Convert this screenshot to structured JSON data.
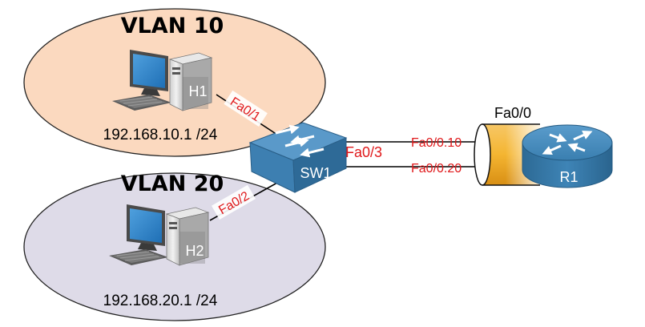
{
  "colors": {
    "vlan10_fill": "#fbd9bf",
    "vlan20_fill": "#dedbe8",
    "port_text": "#e0191b",
    "device_blue": "#3b7fae",
    "subint_orange": "#f4b531"
  },
  "vlan10": {
    "title": "VLAN 10",
    "ip": "192.168.10.1 /24"
  },
  "vlan20": {
    "title": "VLAN 20",
    "ip": "192.168.20.1 /24"
  },
  "hosts": {
    "h1": {
      "label": "H1",
      "icon": "pc-icon"
    },
    "h2": {
      "label": "H2",
      "icon": "pc-icon"
    }
  },
  "switch": {
    "label": "SW1",
    "icon": "switch-icon"
  },
  "router": {
    "label": "R1",
    "icon": "router-icon"
  },
  "ports": {
    "sw_h1": "Fa0/1",
    "sw_h2": "Fa0/2",
    "sw_trunk": "Fa0/3",
    "router_phys": "Fa0/0",
    "sub10": "Fa0/0.10",
    "sub20": "Fa0/0.20"
  }
}
